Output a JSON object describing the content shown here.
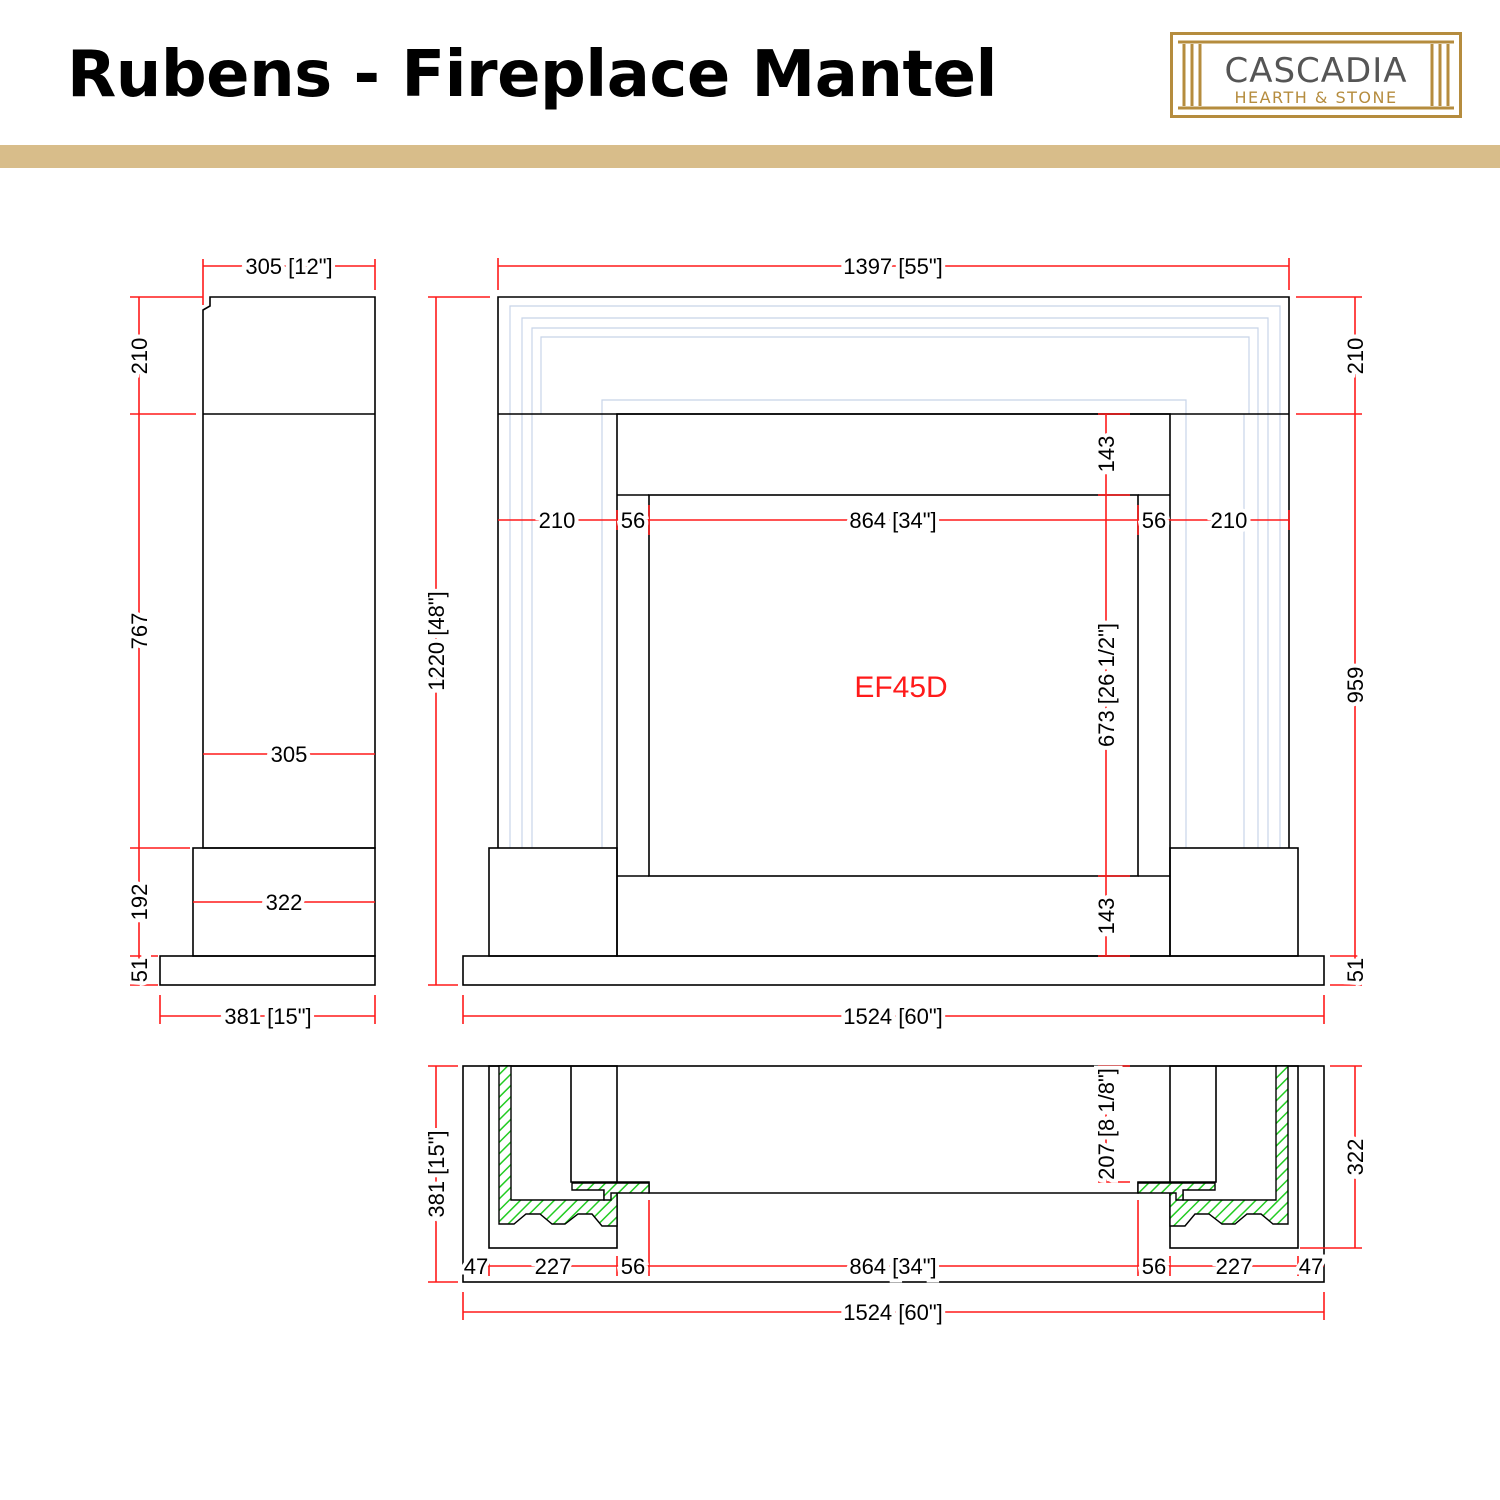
{
  "header": {
    "title": "Rubens - Fireplace Mantel",
    "logo": {
      "name": "CASCADIA",
      "subtitle": "HEARTH & STONE"
    }
  },
  "colors": {
    "band": "#d8bd8a",
    "dimension": "#ff1a1a",
    "hatch": "#22cc22",
    "logo_gold": "#b58c3e"
  },
  "side_view": {
    "depth_top": "305 [12\"]",
    "shelf_height": "210",
    "leg_height": "767",
    "plinth_height": "192",
    "hearth_height": "51",
    "leg_depth": "305",
    "plinth_depth": "322",
    "hearth_depth": "381 [15\"]"
  },
  "front_view": {
    "overall_width_top": "1397 [55\"]",
    "overall_height": "1220 [48\"]",
    "shelf_height_right": "210",
    "leg_height_right": "959",
    "hearth_height_right": "51",
    "leg_width_left": "210",
    "inner_surround_left": "56",
    "opening_width": "864 [34\"]",
    "inner_surround_right": "56",
    "leg_width_right": "210",
    "top_panel_height": "143",
    "opening_height": "673 [26 1/2\"]",
    "bottom_panel_height": "143",
    "insert_model": "EF45D",
    "base_width": "1524 [60\"]"
  },
  "plan_view": {
    "overall_depth": "381 [15\"]",
    "inner_depth": "207 [8 1/8\"]",
    "leg_depth": "322",
    "edge_left": "47",
    "leg_left": "227",
    "surround_left": "56",
    "opening_width": "864 [34\"]",
    "surround_right": "56",
    "leg_right": "227",
    "edge_right": "47",
    "overall_width": "1524 [60\"]"
  }
}
